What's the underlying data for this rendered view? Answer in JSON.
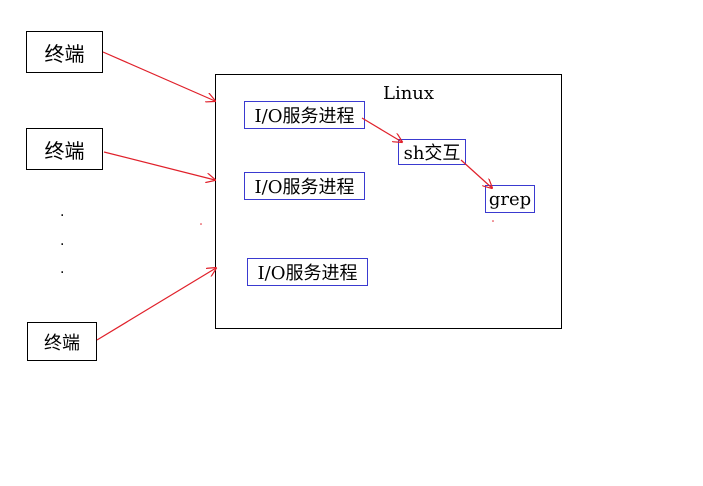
{
  "terminal_label": "终端",
  "linux_label": "Linux",
  "io_process_label": "I/O服务进程",
  "shell_label": "sh交互",
  "grep_label": "grep",
  "ellipsis_dot": ".",
  "colors": {
    "arrow": "#e0202a",
    "process_border": "#3a3ad0",
    "box_border": "#000000"
  }
}
